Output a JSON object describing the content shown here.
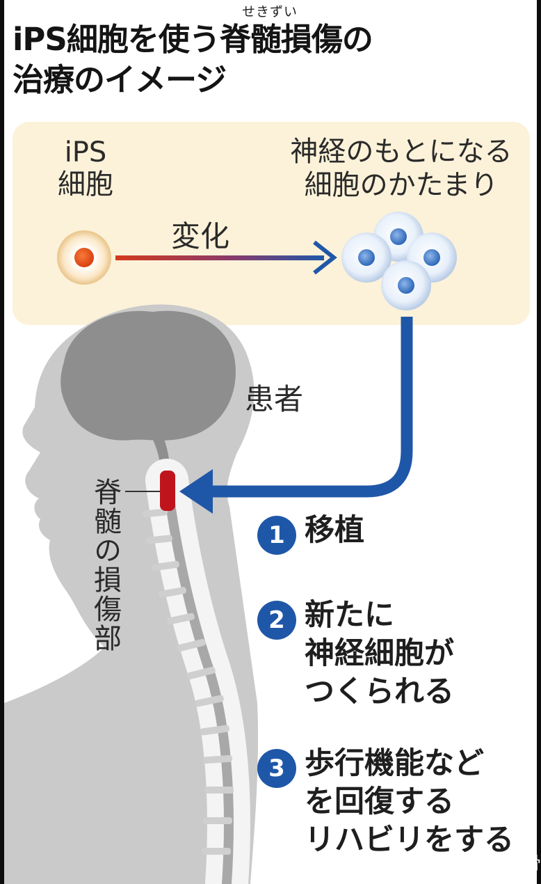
{
  "title": {
    "line1": "iPS細胞を使う脊髄損傷の",
    "line2": "治療のイメージ",
    "ruby": "せきずい"
  },
  "labels": {
    "ips_cell": "iPS\n細胞",
    "nerve_cluster": "神経のもとになる\n細胞のかたまり",
    "change": "変化",
    "patient": "患者",
    "injury_site": "脊髄の損傷部"
  },
  "steps": [
    {
      "number": "1",
      "text": "移植"
    },
    {
      "number": "2",
      "text": "新たに\n神経細胞が\nつくられる"
    },
    {
      "number": "3",
      "text": "歩行機能など\nを回復する\nリハビリをする"
    }
  ],
  "watermark": "知乎 @排骨",
  "colors": {
    "panel_bg": "#fcf2d9",
    "arrow_blue": "#1f57a8",
    "ips_core": "#e04a16",
    "injury_red": "#c0141d",
    "silhouette": "#c9c9c9",
    "brain": "#8f8f8f"
  }
}
